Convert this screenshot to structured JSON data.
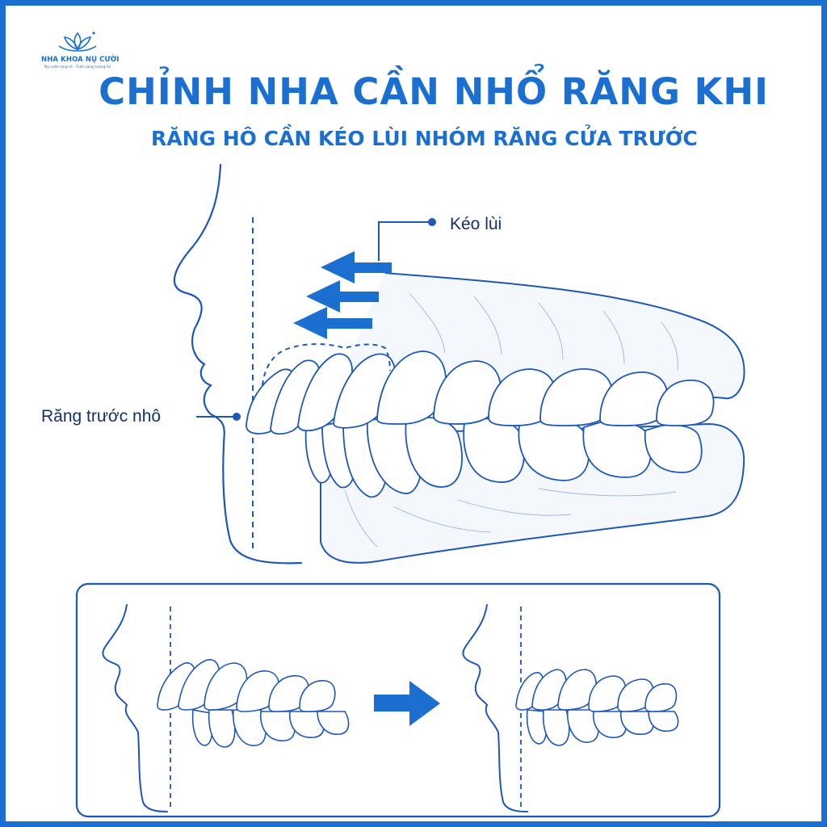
{
  "logo": {
    "name": "NHA KHOA NỤ CƯỜI",
    "tagline": "Nụ cười rạng rỡ - Tươi sáng tương lai"
  },
  "title": "CHỈNH NHA CẦN NHỔ RĂNG KHI",
  "subtitle": "RĂNG HÔ CẦN KÉO LÙI NHÓM RĂNG CỬA TRƯỚC",
  "labels": {
    "pull_back": "Kéo lùi",
    "front_teeth": "Răng trước nhô"
  },
  "colors": {
    "accent": "#1a6fd1",
    "line": "#1d58b8",
    "text": "#13306b"
  }
}
